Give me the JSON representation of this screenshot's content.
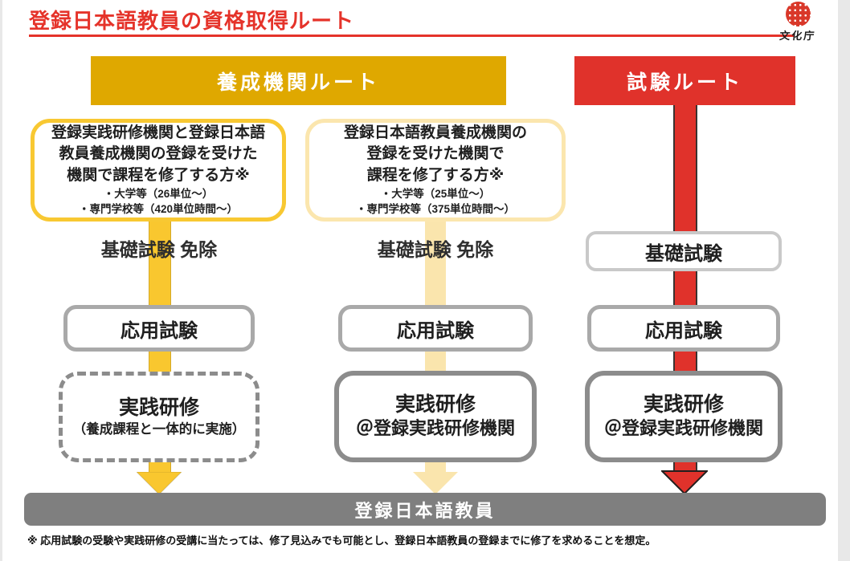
{
  "page": {
    "title": "登録日本語教員の資格取得ルート",
    "logo_text": "文化庁",
    "footnote": "※ 応用試験の受験や実践研修の受講に当たっては、修了見込みでも可能とし、登録日本語教員の登録までに修了を求めることを想定。"
  },
  "banners": {
    "training_route": "養成機関ルート",
    "exam_route": "試験ルート"
  },
  "columns": {
    "left": {
      "top_box": {
        "lines": [
          "登録実践研修機関と登録日本語",
          "教員養成機関の登録を受けた",
          "機関で課程を修了する方※"
        ],
        "bullets": [
          "・大学等（26単位～）",
          "・専門学校等（420単位時間～）"
        ]
      },
      "basic_exam": "基礎試験 免除",
      "applied_exam": "応用試験",
      "practical_line1": "実践研修",
      "practical_line2": "（養成課程と一体的に実施）"
    },
    "middle": {
      "top_box": {
        "lines": [
          "登録日本語教員養成機関の",
          "登録を受けた機関で",
          "課程を修了する方※"
        ],
        "bullets": [
          "・大学等（25単位～）",
          "・専門学校等（375単位時間～）"
        ]
      },
      "basic_exam": "基礎試験 免除",
      "applied_exam": "応用試験",
      "practical_line1": "実践研修",
      "practical_line2": "＠登録実践研修機関"
    },
    "right": {
      "basic_exam": "基礎試験",
      "applied_exam": "応用試験",
      "practical_line1": "実践研修",
      "practical_line2": "＠登録実践研修機関"
    }
  },
  "bottom_banner": "登録日本語教員",
  "colors": {
    "accent_red": "#E5332A",
    "route_red": "#E0322B",
    "gold_banner": "#DFA800",
    "gold_arrow": "#F9C72F",
    "cream_arrow": "#FAE5AD",
    "gray_bottom_banner": "#7F7F7F",
    "gray_box_border": "#A9A9A9",
    "gray_practical_border": "#8C8C8C",
    "gray_basic_border": "#C9C9C9"
  }
}
